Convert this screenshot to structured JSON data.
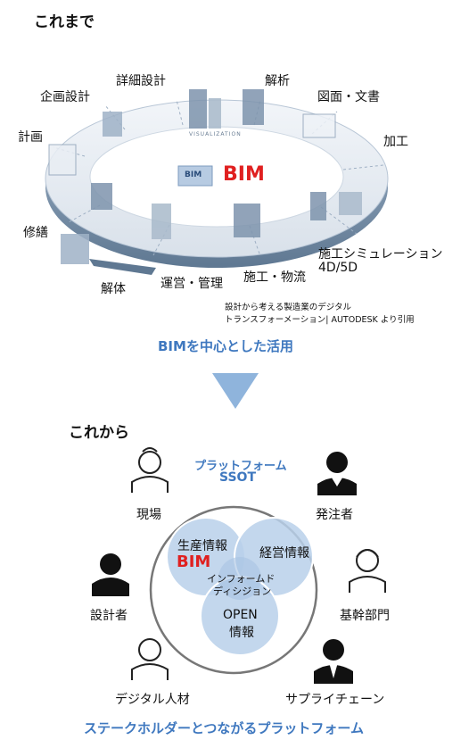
{
  "before": {
    "heading": "これまで",
    "center_label": "BIM",
    "center_badge": "BIM",
    "ring_band_label": "VISUALIZATION",
    "stages": [
      "計画",
      "企画設計",
      "詳細設計",
      "解析",
      "図面・文書",
      "加工",
      "施工シミュレーション",
      "4D/5D",
      "施工・物流",
      "運営・管理",
      "解体",
      "修繕"
    ],
    "citation": [
      "設計から考える製造業のデジタル",
      "トランスフォーメーション| AUTODESK より引用"
    ],
    "summary": "BIMを中心とした活用"
  },
  "after": {
    "heading": "これから",
    "platform_name": "プラットフォーム",
    "platform_acronym": "SSOT",
    "circles": {
      "production": "生産情報",
      "bim": "BIM",
      "management": "経営情報",
      "center": [
        "インフォームド",
        "ディシジョン"
      ],
      "open": [
        "OPEN",
        "情報"
      ]
    },
    "stakeholders": [
      "現場",
      "発注者",
      "設計者",
      "基幹部門",
      "デジタル人材",
      "サプライチェーン"
    ],
    "summary": "ステークホルダーとつながるプラットフォーム"
  },
  "colors": {
    "accent_red": "#e02020",
    "accent_blue": "#3f78bf",
    "arrow": "#8fb4dc",
    "venn_fill": "#b9d0ea"
  }
}
